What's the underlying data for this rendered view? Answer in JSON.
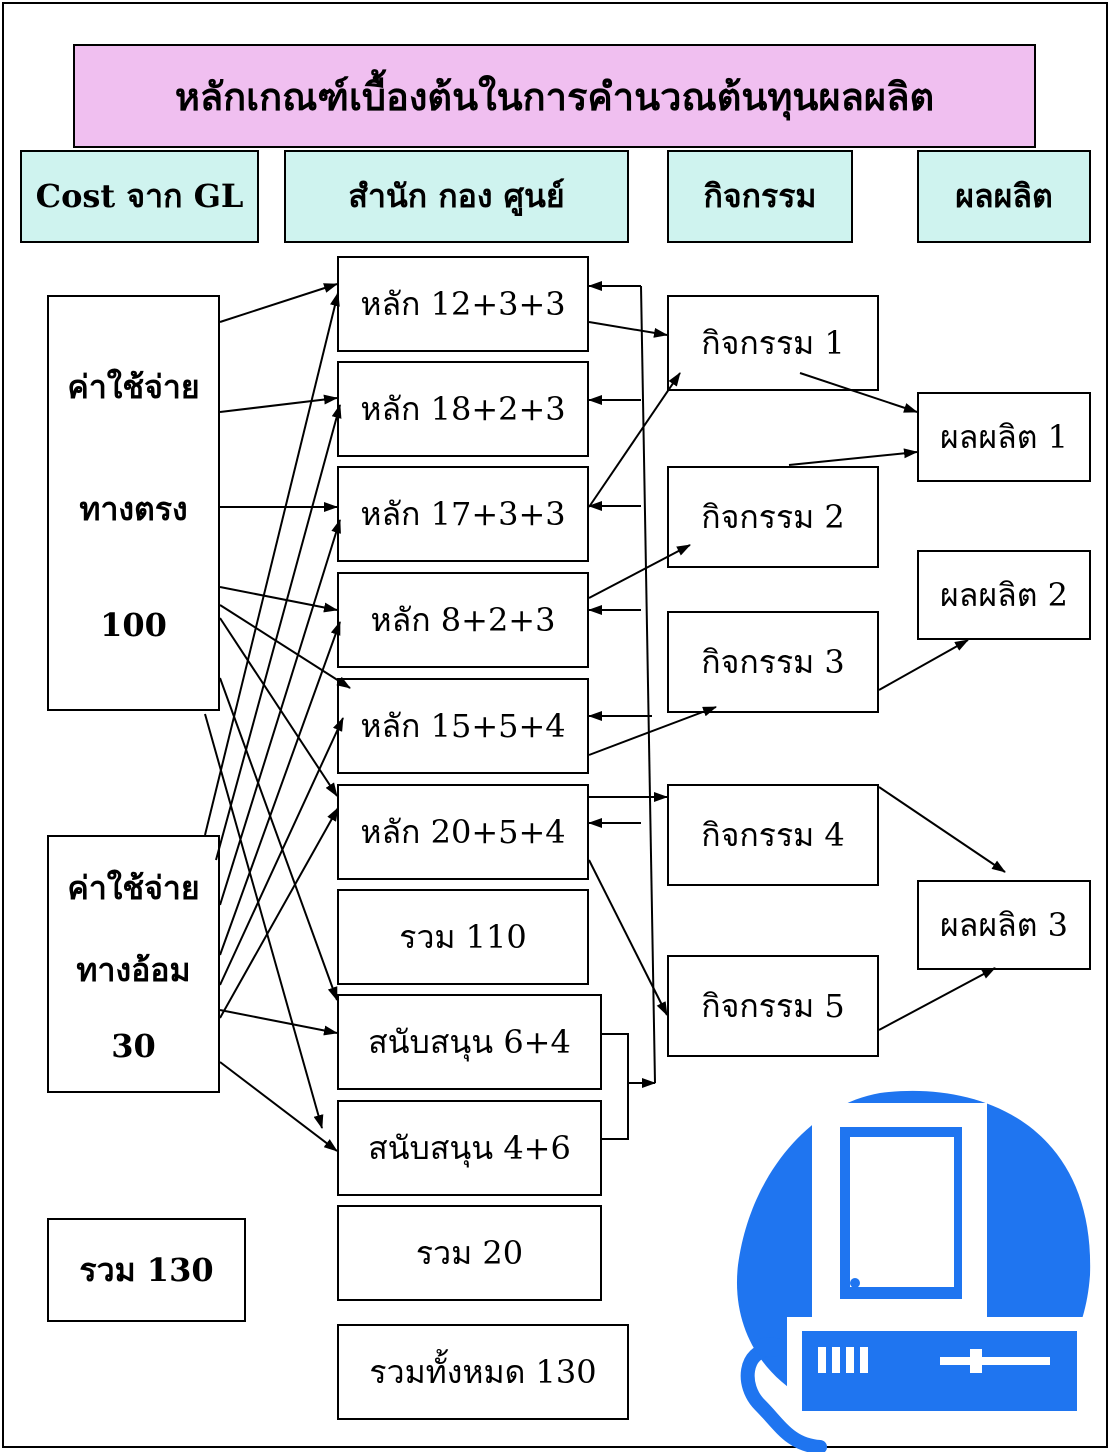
{
  "title": "หลักเกณฑ์เบื้องต้นในการคำนวณต้นทุนผลผลิต",
  "headers": {
    "cost": "Cost จาก GL",
    "units": "สำนัก กอง ศูนย์",
    "activities": "กิจกรรม",
    "outputs": "ผลผลิต"
  },
  "direct": {
    "line1": "ค่าใช้จ่าย",
    "line2": "ทางตรง",
    "amount": "100"
  },
  "indirect": {
    "line1": "ค่าใช้จ่าย",
    "line2": "ทางอ้อม",
    "amount": "30"
  },
  "cost_total": "รวม 130",
  "units": [
    "หลัก 12+3+3",
    "หลัก 18+2+3",
    "หลัก 17+3+3",
    "หลัก 8+2+3",
    "หลัก 15+5+4",
    "หลัก 20+5+4",
    "รวม 110",
    "สนับสนุน 6+4",
    "สนับสนุน 4+6",
    "รวม 20",
    "รวมทั้งหมด 130"
  ],
  "activities": [
    "กิจกรรม 1",
    "กิจกรรม 2",
    "กิจกรรม 3",
    "กิจกรรม 4",
    "กิจกรรม 5"
  ],
  "outputs": [
    "ผลผลิต 1",
    "ผลผลิต 2",
    "ผลผลิต 3"
  ],
  "colors": {
    "title_bg": "#f0bff0",
    "header_bg": "#cff3ef",
    "computer_blue": "#1f75f0"
  },
  "clipart": "computer-icon"
}
